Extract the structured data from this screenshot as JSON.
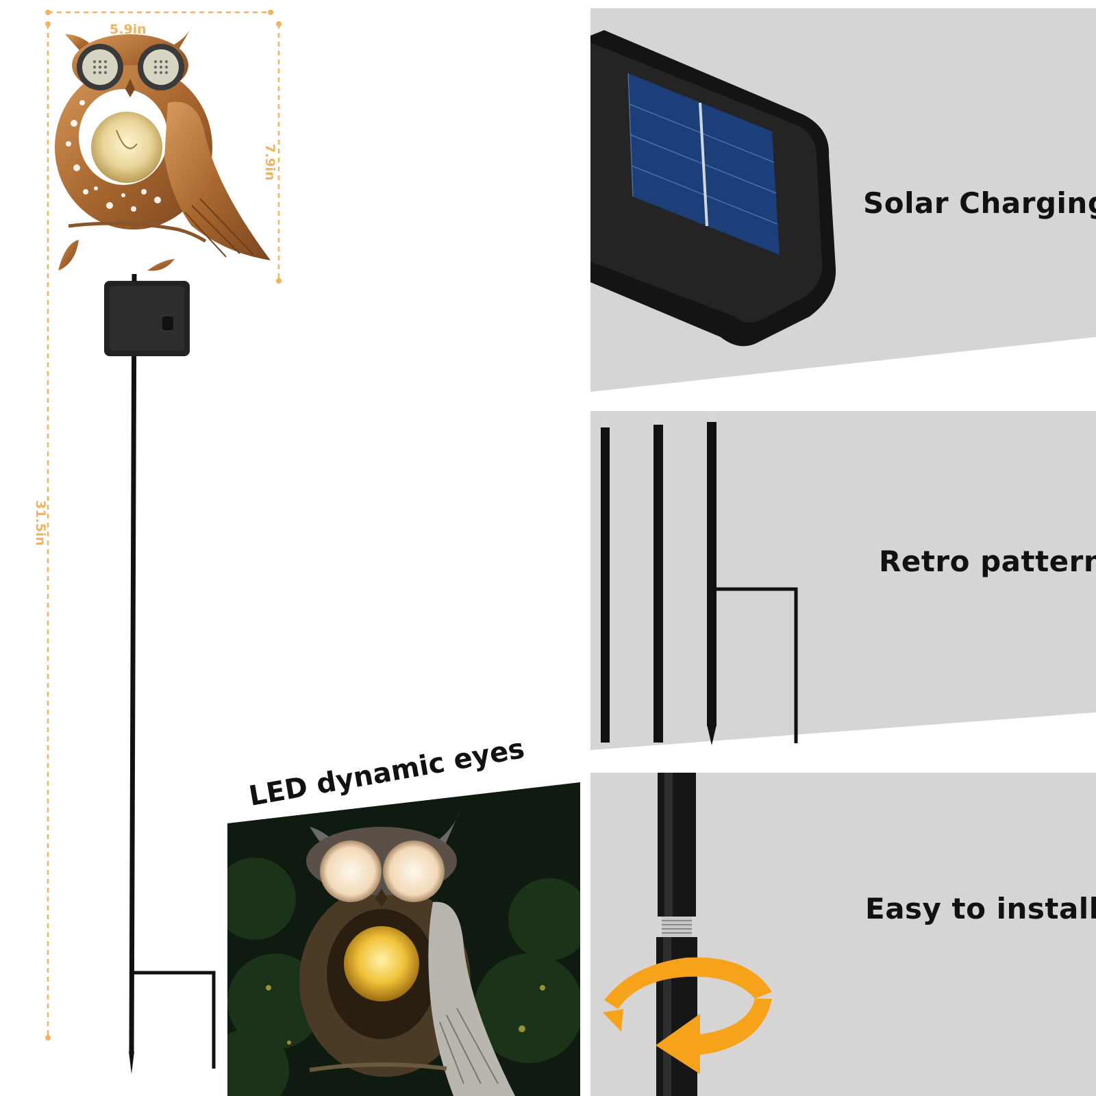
{
  "dimensions": {
    "width": "5.9in",
    "owl_height": "7.9in",
    "total_height": "31.5in"
  },
  "features": {
    "solar": "Solar Charging",
    "retro": "Retro pattern",
    "install": "Easy to install",
    "eyes": "LED dynamic eyes"
  },
  "colors": {
    "dimension_accent": "#f3b25d",
    "panel_background": "#d6d5d3",
    "copper": "#b5773e",
    "rotate_arrow": "#f7a21b"
  }
}
